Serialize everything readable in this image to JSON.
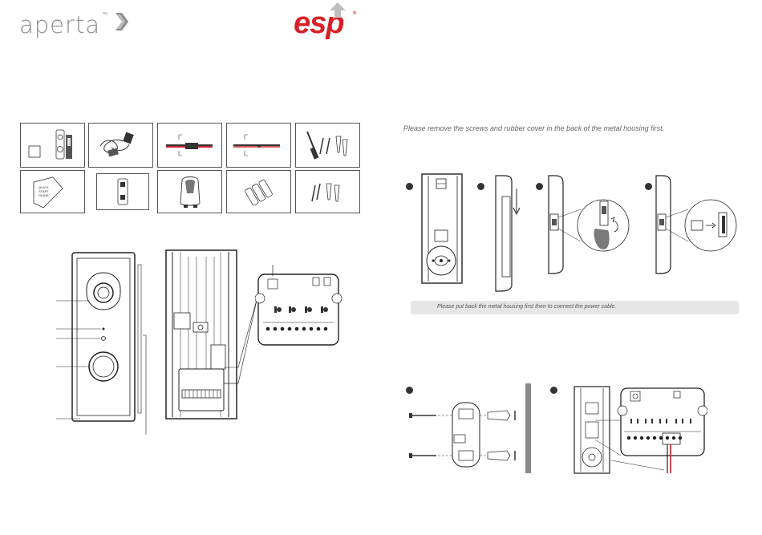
{
  "brand": {
    "name": "aperta",
    "tm": "™",
    "partner": "esp",
    "partner_registered": "®"
  },
  "instructions": {
    "remove_screws": "Please remove the screws and rubber cover in the back of the metal housing  first.",
    "put_back_housing": "Please put back the metal housing first then to connect the power cable."
  },
  "quick_start_guide_label": [
    "QUICK",
    "START",
    "GUIDE"
  ],
  "icons": [
    "screwdriver-icon",
    "screw-icon",
    "wall-plug-icon",
    "battery-icon",
    "power-adapter-icon",
    "cable-icon"
  ],
  "colors": {
    "brand_red": "#d71f27",
    "logo_grey": "#8c8c8c",
    "line": "#333333",
    "cable_red": "#c8202a"
  }
}
